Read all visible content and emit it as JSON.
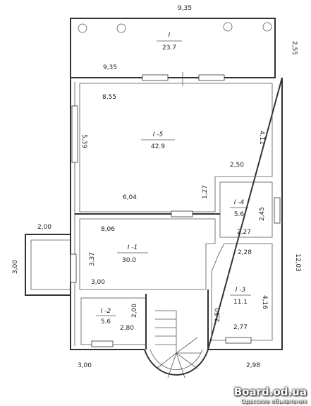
{
  "rooms": [
    {
      "id": "I",
      "label": "I",
      "area": "23.7"
    },
    {
      "id": "I-5",
      "label": "I -5",
      "area": "42.9"
    },
    {
      "id": "I-4",
      "label": "I -4",
      "area": "5.6"
    },
    {
      "id": "I-1",
      "label": "I -1",
      "area": "30.0"
    },
    {
      "id": "I-2",
      "label": "I -2",
      "area": "5.6"
    },
    {
      "id": "I-3",
      "label": "I -3",
      "area": "11.1"
    }
  ],
  "dimensions": {
    "top_overall": "9,35",
    "terrace_width": "9,35",
    "terrace_depth": "2,55",
    "hall_width": "8,55",
    "hall_depth": "5,39",
    "hall_right": "4,11",
    "hall_notch": "2,50",
    "hall_bottom": "6,04",
    "hall_sub": "1,27",
    "r4_depth": "2,45",
    "r4_width": "2,27",
    "r1_width": "8,06",
    "r1_depth": "3,37",
    "r1_sub": "3,00",
    "porch_width": "2,00",
    "porch_depth": "3,00",
    "r2_depth": "2,00",
    "r2_width": "2,80",
    "r3_top": "2,28",
    "r3_depth": "4,16",
    "r3_left": "2,50",
    "r3_width": "2,77",
    "right_overall": "12,03",
    "bottom_left": "3,00",
    "bottom_right": "2,98"
  },
  "watermark": {
    "main": "Board.od.ua",
    "sub": "Одесские объявления"
  }
}
